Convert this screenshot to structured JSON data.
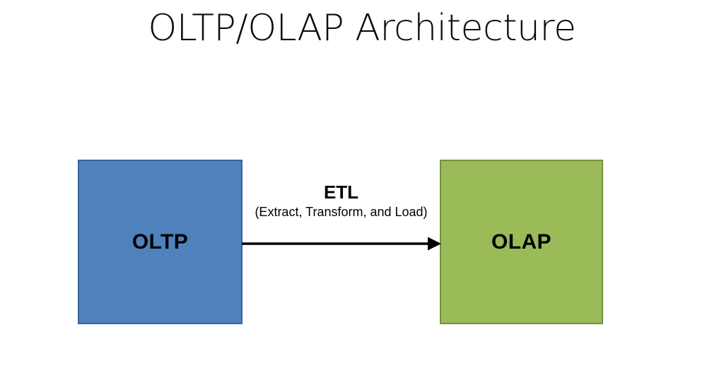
{
  "slide": {
    "title": "OLTP/OLAP Architecture",
    "background_color": "#FFFFFF"
  },
  "diagram": {
    "type": "flow",
    "nodes": [
      {
        "id": "oltp",
        "label": "OLTP",
        "fill_color": "#4F81BD",
        "border_color": "#3A6699"
      },
      {
        "id": "olap",
        "label": "OLAP",
        "fill_color": "#9BBB59",
        "border_color": "#76903C"
      }
    ],
    "connector": {
      "id": "etl",
      "from": "oltp",
      "to": "olap",
      "label": "ETL",
      "sublabel": "(Extract, Transform, and Load)",
      "color": "#000000",
      "arrowhead": "solid-triangle",
      "direction": "left-to-right"
    }
  }
}
